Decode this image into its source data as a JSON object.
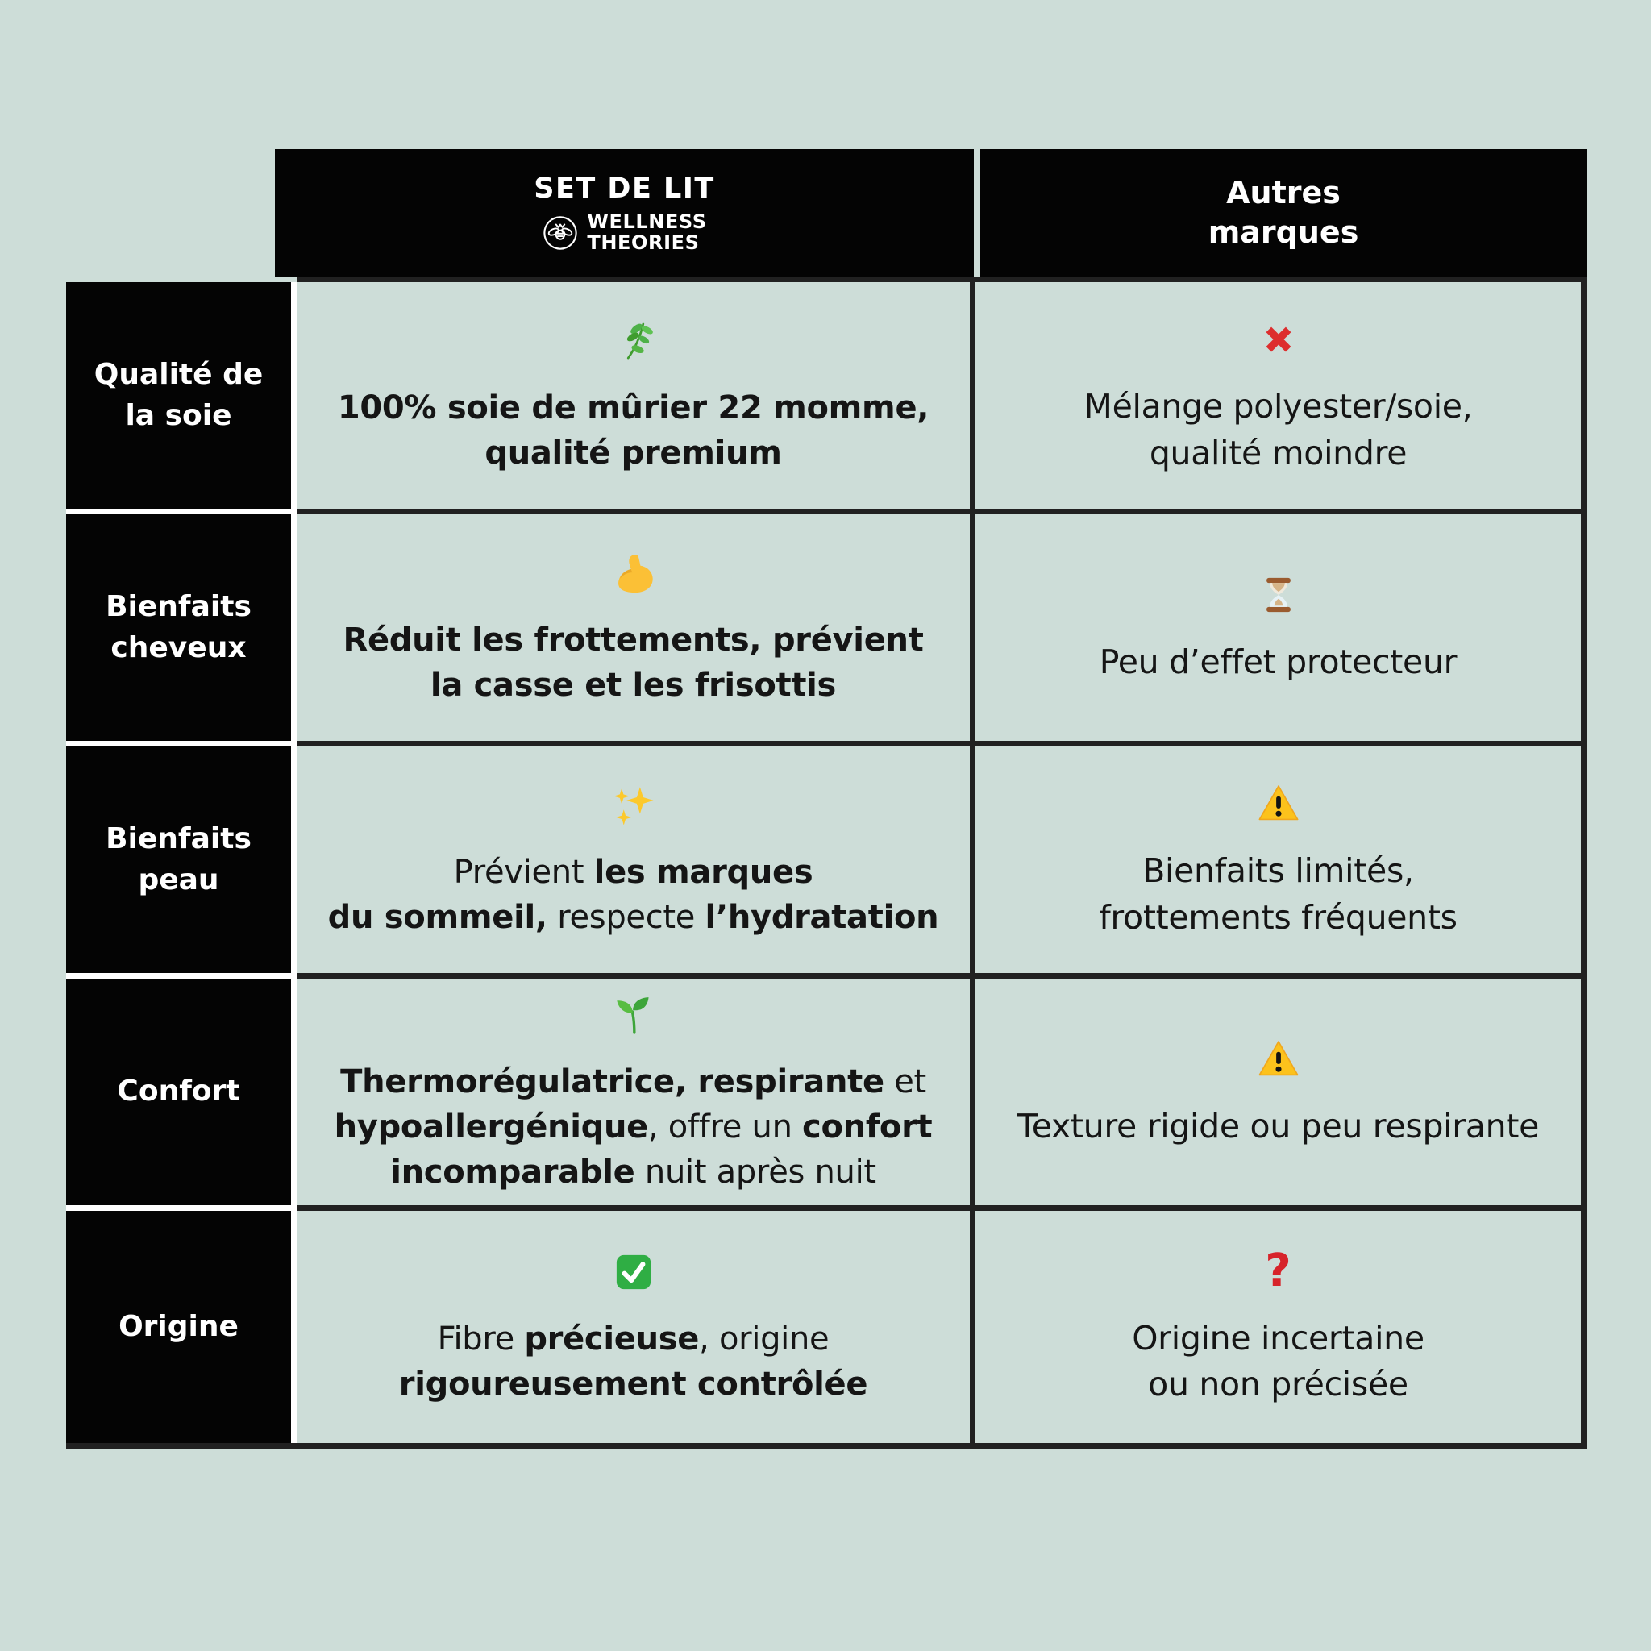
{
  "colors": {
    "background": "#cdddd8",
    "cell_black": "#040404",
    "grid_border": "#212121",
    "gap_white": "#ffffff",
    "text_dark": "#151515",
    "cross_red": "#dd2e2e",
    "warning_yellow": "#fcc21c",
    "check_green": "#2fae44",
    "question_red": "#d7232a"
  },
  "header": {
    "product_column": {
      "title": "SET DE LIT",
      "brand_icon": "bee-logo",
      "brand_line1": "WELLNESS",
      "brand_line2": "THEORIES"
    },
    "competitor_column": {
      "line1": "Autres",
      "line2": "marques"
    }
  },
  "table": {
    "rows": [
      {
        "label_lines": [
          "Qualité de",
          "la soie"
        ],
        "left": {
          "icon": "herb",
          "lines": [
            [
              {
                "t": "100% soie de mûrier 22 momme,",
                "b": true
              }
            ],
            [
              {
                "t": "qualité premium",
                "b": true
              }
            ]
          ]
        },
        "right": {
          "icon": "cross-mark",
          "lines": [
            [
              {
                "t": "Mélange polyester/soie,",
                "b": false
              }
            ],
            [
              {
                "t": "qualité moindre",
                "b": false
              }
            ]
          ]
        }
      },
      {
        "label_lines": [
          "Bienfaits",
          "cheveux"
        ],
        "left": {
          "icon": "flexed-biceps",
          "lines": [
            [
              {
                "t": "Réduit les frottements, prévient",
                "b": true
              }
            ],
            [
              {
                "t": "la casse et les frisottis",
                "b": true
              }
            ]
          ]
        },
        "right": {
          "icon": "hourglass",
          "lines": [
            [
              {
                "t": "Peu d’effet protecteur",
                "b": false
              }
            ]
          ]
        }
      },
      {
        "label_lines": [
          "Bienfaits",
          "peau"
        ],
        "left": {
          "icon": "sparkles",
          "lines": [
            [
              {
                "t": "Prévient ",
                "b": false
              },
              {
                "t": "les marques",
                "b": true
              }
            ],
            [
              {
                "t": "du sommeil,",
                "b": true
              },
              {
                "t": " respecte ",
                "b": false
              },
              {
                "t": "l’hydratation",
                "b": true
              }
            ]
          ]
        },
        "right": {
          "icon": "warning",
          "lines": [
            [
              {
                "t": "Bienfaits limités,",
                "b": false
              }
            ],
            [
              {
                "t": "frottements fréquents",
                "b": false
              }
            ]
          ]
        }
      },
      {
        "label_lines": [
          "Confort"
        ],
        "left": {
          "icon": "seedling",
          "lines": [
            [
              {
                "t": "Thermorégulatrice, respirante",
                "b": true
              },
              {
                "t": " et",
                "b": false
              }
            ],
            [
              {
                "t": "hypoallergénique",
                "b": true
              },
              {
                "t": ", offre un ",
                "b": false
              },
              {
                "t": "confort",
                "b": true
              }
            ],
            [
              {
                "t": "incomparable",
                "b": true
              },
              {
                "t": " nuit après nuit",
                "b": false
              }
            ]
          ]
        },
        "right": {
          "icon": "warning",
          "lines": [
            [
              {
                "t": "Texture rigide ou peu respirante",
                "b": false
              }
            ]
          ]
        }
      },
      {
        "label_lines": [
          "Origine"
        ],
        "left": {
          "icon": "check-mark",
          "lines": [
            [
              {
                "t": "Fibre ",
                "b": false
              },
              {
                "t": "précieuse",
                "b": true
              },
              {
                "t": ", origine",
                "b": false
              }
            ],
            [
              {
                "t": "rigoureusement contrôlée",
                "b": true
              }
            ]
          ]
        },
        "right": {
          "icon": "question-mark",
          "lines": [
            [
              {
                "t": "Origine incertaine",
                "b": false
              }
            ],
            [
              {
                "t": "ou non précisée",
                "b": false
              }
            ]
          ]
        }
      }
    ]
  },
  "chart_data": {
    "type": "table",
    "columns": [
      "",
      "SET DE LIT — WELLNESS THEORIES",
      "Autres marques"
    ],
    "rows": [
      [
        "Qualité de la soie",
        "100% soie de mûrier 22 momme, qualité premium",
        "Mélange polyester/soie, qualité moindre"
      ],
      [
        "Bienfaits cheveux",
        "Réduit les frottements, prévient la casse et les frisottis",
        "Peu d’effet protecteur"
      ],
      [
        "Bienfaits peau",
        "Prévient les marques du sommeil, respecte l’hydratation",
        "Bienfaits limités, frottements fréquents"
      ],
      [
        "Confort",
        "Thermorégulatrice, respirante et hypoallergénique, offre un confort incomparable nuit après nuit",
        "Texture rigide ou peu respirante"
      ],
      [
        "Origine",
        "Fibre précieuse, origine rigoureusement contrôlée",
        "Origine incertaine ou non précisée"
      ]
    ],
    "left_column_icons": [
      "herb",
      "flexed-biceps",
      "sparkles",
      "seedling",
      "check-mark"
    ],
    "right_column_icons": [
      "cross-mark",
      "hourglass",
      "warning",
      "warning",
      "question-mark"
    ],
    "title": "SET DE LIT Wellness Theories vs Autres marques",
    "legend_position": "none",
    "grid": true
  }
}
